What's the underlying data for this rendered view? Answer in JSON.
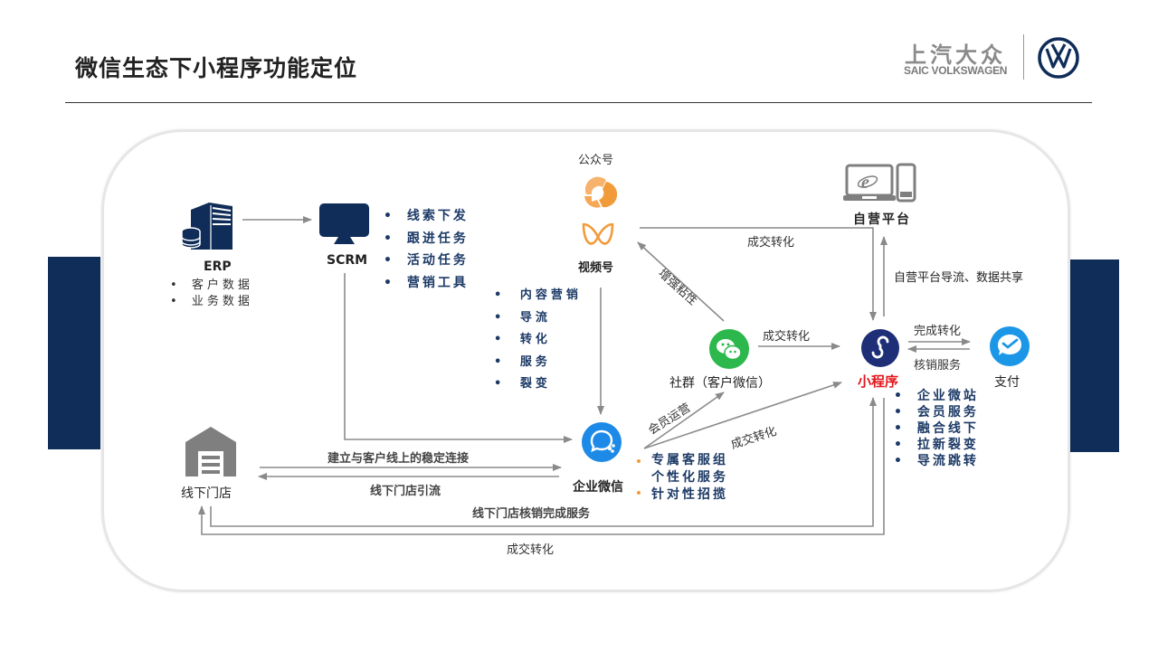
{
  "header": {
    "title": "微信生态下小程序功能定位",
    "logo_cn": "上汽大众",
    "logo_en": "SAIC VOLKSWAGEN",
    "vw_logo_icon": "vw-logo-icon"
  },
  "colors": {
    "navy": "#0f2d58",
    "accent_red": "#e3151a",
    "wechat_green": "#2db84d",
    "work_wechat_blue": "#1c8ae6",
    "pay_blue": "#1c97e8",
    "orange": "#f19b3b",
    "gray": "#7f7f7f"
  },
  "nodes": {
    "erp": {
      "label": "ERP",
      "items": [
        "客户数据",
        "业务数据"
      ],
      "icon": "server-database-icon"
    },
    "scrm": {
      "label": "SCRM",
      "items": [
        "线索下发",
        "跟进任务",
        "活动任务",
        "营销工具"
      ],
      "icon": "monitor-icon"
    },
    "gongzhonghao": {
      "label": "公众号",
      "icon": "official-account-icon"
    },
    "shipinhao": {
      "label": "视频号",
      "items": [
        "内容营销",
        "导流",
        "转化",
        "服务",
        "裂变"
      ],
      "icon": "channels-icon"
    },
    "self_platform": {
      "label": "自营平台",
      "icon": "laptop-phone-icon"
    },
    "community": {
      "label": "社群（客户微信）",
      "icon": "wechat-icon"
    },
    "miniprogram": {
      "label": "小程序",
      "items": [
        "企业微站",
        "会员服务",
        "融合线下",
        "拉新裂变",
        "导流跳转"
      ],
      "icon": "miniprogram-icon"
    },
    "pay": {
      "label": "支付",
      "icon": "pay-icon"
    },
    "work_wechat": {
      "label": "企业微信",
      "items": [
        "专属客服组",
        "个性化服务",
        "针对性招揽"
      ],
      "icon": "work-wechat-icon"
    },
    "offline_store": {
      "label": "线下门店",
      "icon": "store-icon"
    }
  },
  "edges": {
    "deal_conversion": "成交转化",
    "self_flow": "自营平台导流、数据共享",
    "enhance_stickiness": "增强粘性",
    "complete_conversion": "完成转化",
    "writeoff_service": "核销服务",
    "member_ops": "会员运营",
    "stable_connection": "建立与客户线上的稳定连接",
    "store_traffic": "线下门店引流",
    "store_writeoff": "线下门店核销完成服务"
  }
}
